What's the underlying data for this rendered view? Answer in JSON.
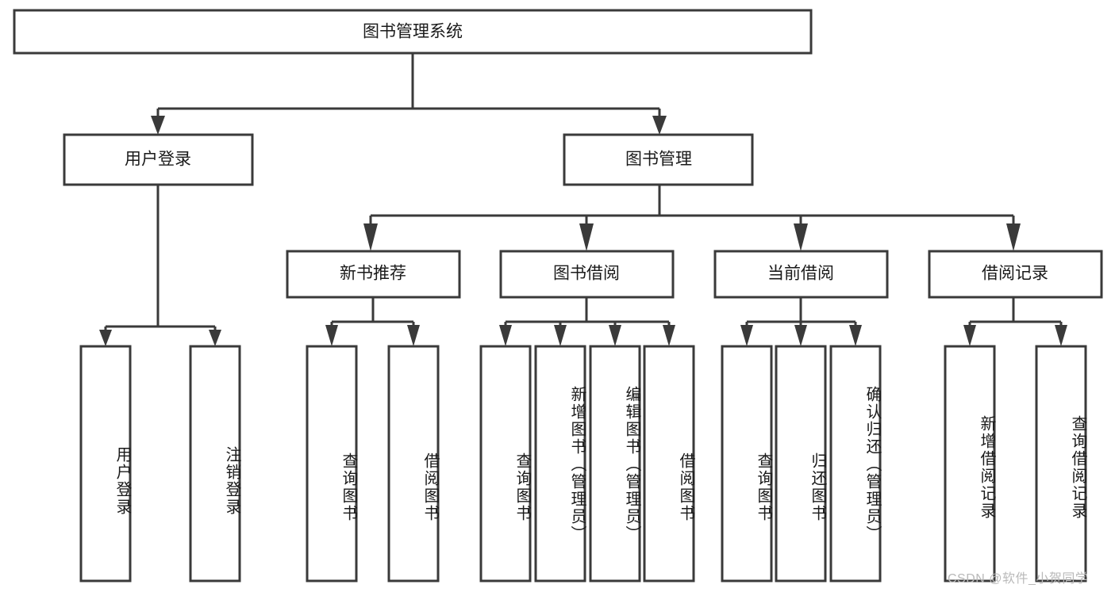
{
  "diagram": {
    "title": "图书管理系统",
    "type": "tree-hierarchy",
    "watermark": "CSDN @软件_小贺同学",
    "colors": {
      "box_stroke": "#3a3a3a",
      "box_fill": "#ffffff",
      "text": "#1a1a1a",
      "connector": "#3a3a3a",
      "background": "#ffffff",
      "watermark": "#b9b9b9"
    },
    "root": {
      "label": "图书管理系统"
    },
    "level2": [
      {
        "label": "用户登录"
      },
      {
        "label": "图书管理"
      }
    ],
    "level3": [
      {
        "label": "新书推荐"
      },
      {
        "label": "图书借阅"
      },
      {
        "label": "当前借阅"
      },
      {
        "label": "借阅记录"
      }
    ],
    "leaves": {
      "user_login": [
        {
          "label": "用户登录"
        },
        {
          "label": "注销登录"
        }
      ],
      "new_book_rec": [
        {
          "label": "查询图书"
        },
        {
          "label": "借阅图书"
        }
      ],
      "book_borrow": [
        {
          "label": "查询图书"
        },
        {
          "label": "新增图书（管理员）"
        },
        {
          "label": "编辑图书（管理员）"
        },
        {
          "label": "借阅图书"
        }
      ],
      "current_borrow": [
        {
          "label": "查询图书"
        },
        {
          "label": "归还图书"
        },
        {
          "label": "确认归还（管理员）"
        }
      ],
      "borrow_record": [
        {
          "label": "新增借阅记录"
        },
        {
          "label": "查询借阅记录"
        }
      ]
    }
  }
}
